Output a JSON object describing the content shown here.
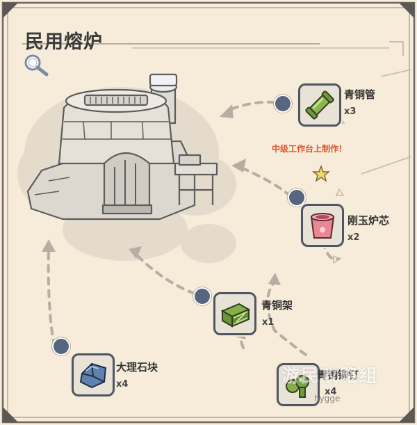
{
  "title": "民用熔炉",
  "note": "中级工作台上制作！",
  "materials": [
    {
      "name": "青铜管",
      "qty": "x3",
      "icon": "bronze-pipe-icon"
    },
    {
      "name": "刚玉炉芯",
      "qty": "x2",
      "icon": "corundum-core-icon"
    },
    {
      "name": "青铜架",
      "qty": "x1",
      "icon": "bronze-frame-icon"
    },
    {
      "name": "大理石块",
      "qty": "x4",
      "icon": "marble-block-icon"
    },
    {
      "name": "青铜铆钉",
      "qty": "x4",
      "icon": "bronze-rivet-icon"
    }
  ],
  "watermark": {
    "text": "游民攻略组",
    "sub": "hygge"
  },
  "colors": {
    "parchment": "#f6ecd9",
    "frame": "#5a5a5a",
    "connector_dot": "#57667e",
    "note_text": "#e0512f",
    "bronze_green": "#7ea24b",
    "corundum_pink": "#e47a86",
    "marble_blue": "#5d7ea8"
  }
}
